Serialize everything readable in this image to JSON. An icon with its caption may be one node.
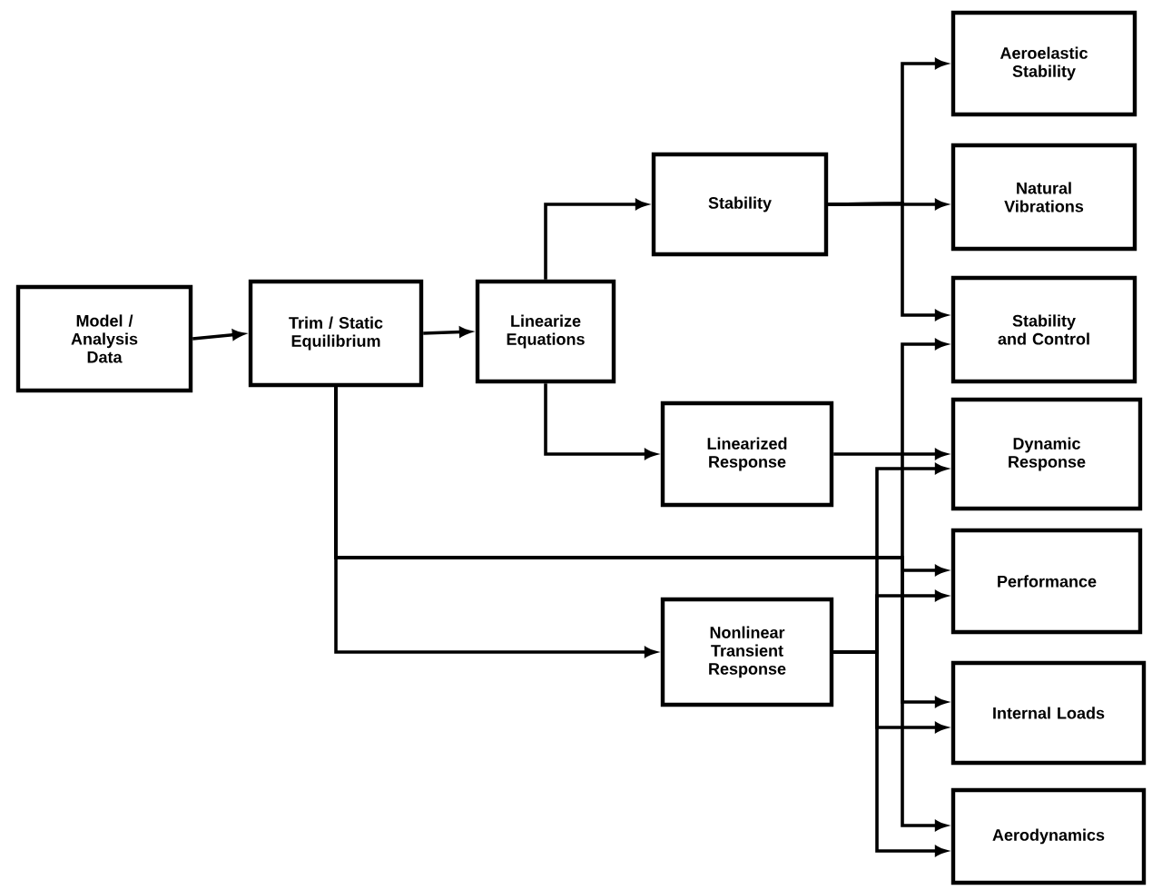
{
  "diagram": {
    "nodes": [
      {
        "text": [
          "Model / Analysis Data"
        ]
      },
      {
        "text": [
          "Trim / Static Equilibrium"
        ]
      },
      {
        "text": [
          "Linearize Equations"
        ]
      },
      {
        "text": [
          "Stability"
        ]
      },
      {
        "text": [
          "Linearized Response"
        ]
      },
      {
        "text": [
          "Nonlinear Transient Response"
        ]
      },
      {
        "text": [
          "Aeroelastic Stability"
        ]
      },
      {
        "text": [
          "Natural Vibrations"
        ]
      },
      {
        "text": [
          "Stability and Control"
        ]
      },
      {
        "text": [
          "Dynamic Response"
        ]
      },
      {
        "text": [
          "Performance"
        ]
      },
      {
        "text": [
          "Internal Loads"
        ]
      },
      {
        "text": [
          "Aerodynamics"
        ]
      }
    ],
    "edges": [
      {
        "from": 0,
        "to": 1,
        "arrow": "to"
      },
      {
        "from": 1,
        "to": 2,
        "arrow": "to"
      },
      {
        "from": 2,
        "to": 3,
        "arrow": "to"
      },
      {
        "from": 2,
        "to": 4,
        "arrow": "to"
      },
      {
        "from": 1,
        "to": 5,
        "arrow": "to"
      },
      {
        "from": 3,
        "to": 6,
        "arrow": "to"
      },
      {
        "from": 3,
        "to": 7,
        "arrow": "to"
      },
      {
        "from": 3,
        "to": 8,
        "arrow": "to"
      },
      {
        "from": 4,
        "to": 9,
        "arrow": "to"
      },
      {
        "from": 1,
        "to": 8,
        "arrow": "to"
      },
      {
        "from": 1,
        "to": 10,
        "arrow": "to"
      },
      {
        "from": 1,
        "to": 11,
        "arrow": "to"
      },
      {
        "from": 1,
        "to": 12,
        "arrow": "to"
      },
      {
        "from": 5,
        "to": 9,
        "arrow": "to"
      },
      {
        "from": 5,
        "to": 10,
        "arrow": "to"
      },
      {
        "from": 5,
        "to": 11,
        "arrow": "to"
      },
      {
        "from": 5,
        "to": 12,
        "arrow": "to"
      }
    ]
  }
}
